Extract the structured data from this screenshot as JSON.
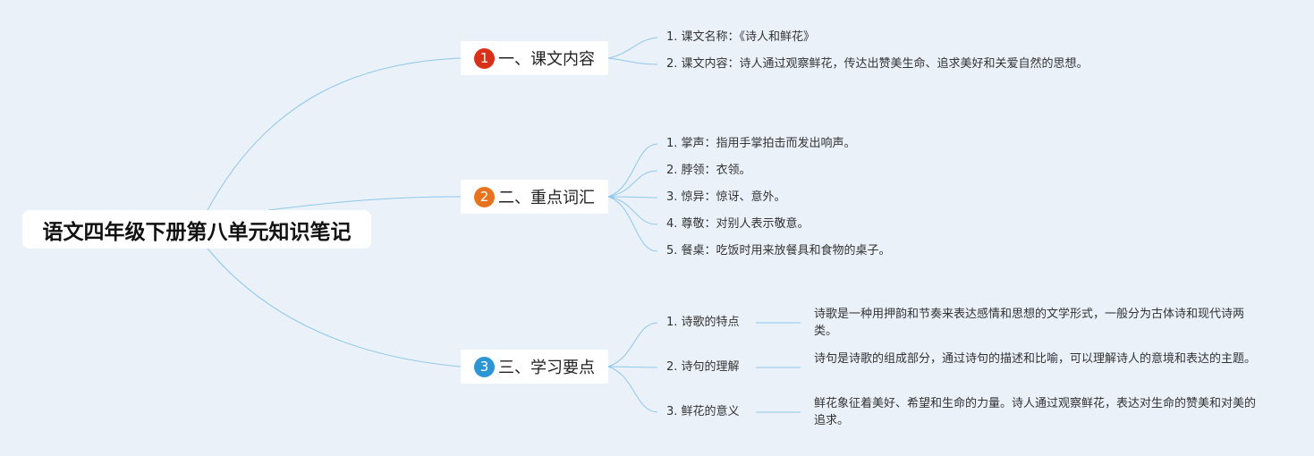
{
  "root": {
    "title": "语文四年级下册第八单元知识笔记"
  },
  "branches": [
    {
      "num": "1",
      "color": "#d9301a",
      "title": "一、课文内容",
      "items": [
        {
          "text": "1. 课文名称：《诗人和鲜花》"
        },
        {
          "text": "2. 课文内容：诗人通过观察鲜花，传达出赞美生命、追求美好和关爱自然的思想。"
        }
      ]
    },
    {
      "num": "2",
      "color": "#e8731f",
      "title": "二、重点词汇",
      "items": [
        {
          "text": "1. 掌声：指用手掌拍击而发出响声。"
        },
        {
          "text": "2. 脖领：衣领。"
        },
        {
          "text": "3. 惊异：惊讶、意外。"
        },
        {
          "text": "4. 尊敬：对别人表示敬意。"
        },
        {
          "text": "5. 餐桌：吃饭时用来放餐具和食物的桌子。"
        }
      ]
    },
    {
      "num": "3",
      "color": "#2d95d3",
      "title": "三、学习要点",
      "items": [
        {
          "text": "1. 诗歌的特点",
          "detail": "诗歌是一种用押韵和节奏来表达感情和思想的文学形式，一般分为古体诗和现代诗两类。"
        },
        {
          "text": "2. 诗句的理解",
          "detail": "诗句是诗歌的组成部分，通过诗句的描述和比喻，可以理解诗人的意境和表达的主题。"
        },
        {
          "text": "3. 鲜花的意义",
          "detail": "鲜花象征着美好、希望和生命的力量。诗人通过观察鲜花，表达对生命的赞美和对美的追求。"
        }
      ]
    }
  ]
}
